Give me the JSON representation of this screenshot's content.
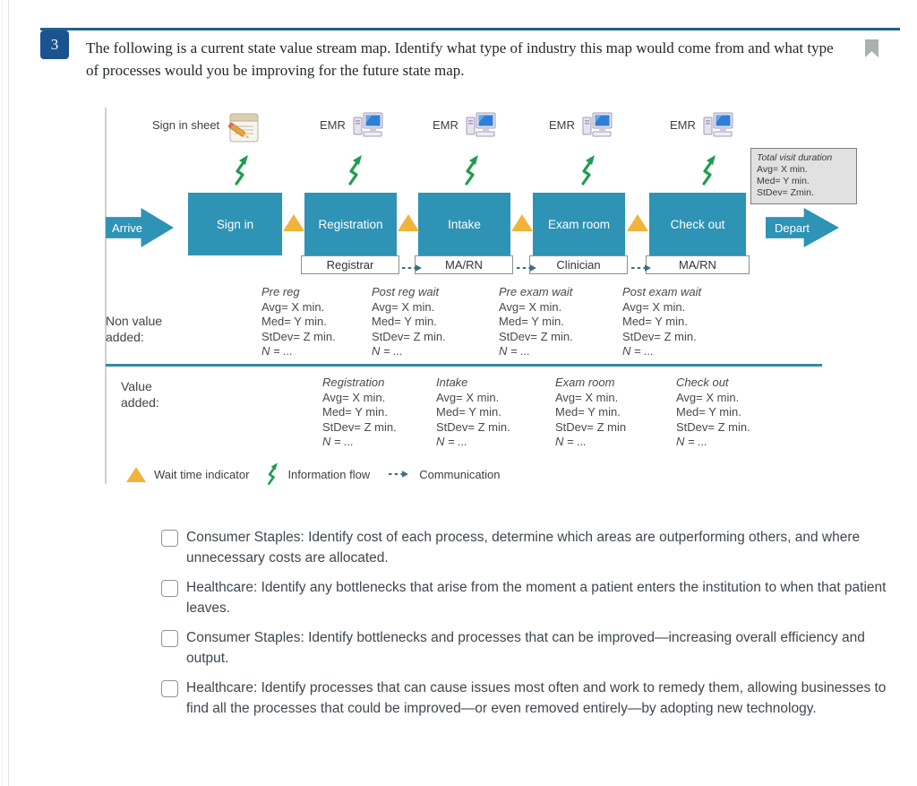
{
  "colors": {
    "accent_blue": "#1b5391",
    "rule_blue": "#1e5f8e",
    "teal": "#2e93b5",
    "gold": "#f0b43c",
    "green": "#1f9d4f",
    "divider_teal": "#2f8aa0",
    "dash_slate": "#3c6e80",
    "bookmark_gray": "#a9b2ab"
  },
  "question": {
    "number": "3",
    "text": "The following is a current state value stream map. Identify what type of industry this map would come from and what type of processes would you be improving for the future state map."
  },
  "diagram": {
    "top_icons": [
      {
        "label": "Sign in sheet",
        "icon": "notepad-pencil-icon"
      },
      {
        "label": "EMR",
        "icon": "computer-icon"
      },
      {
        "label": "EMR",
        "icon": "computer-icon"
      },
      {
        "label": "EMR",
        "icon": "computer-icon"
      },
      {
        "label": "EMR",
        "icon": "computer-icon"
      }
    ],
    "entry_label": "Arrive",
    "exit_label": "Depart",
    "processes": [
      {
        "name": "Sign in",
        "role": ""
      },
      {
        "name": "Registration",
        "role": "Registrar"
      },
      {
        "name": "Intake",
        "role": "MA/RN"
      },
      {
        "name": "Exam room",
        "role": "Clinician"
      },
      {
        "name": "Check out",
        "role": "MA/RN"
      }
    ],
    "total_visit_box": {
      "title": "Total visit duration",
      "avg": "Avg= X min.",
      "med": "Med= Y min.",
      "stdev": "StDev= Zmin."
    },
    "non_value_added": {
      "label": "Non value\n added:",
      "columns": [
        {
          "title": "Pre reg",
          "avg": "Avg= X min.",
          "med": "Med= Y min.",
          "stdev": "StDev= Z min.",
          "n": "N = ..."
        },
        {
          "title": "Post reg wait",
          "avg": "Avg= X min.",
          "med": "Med= Y min.",
          "stdev": "StDev= Z min.",
          "n": "N = ..."
        },
        {
          "title": "Pre exam wait",
          "avg": "Avg= X min.",
          "med": "Med= Y min.",
          "stdev": "StDev= Z min.",
          "n": "N = ..."
        },
        {
          "title": "Post exam wait",
          "avg": "Avg= X min.",
          "med": "Med= Y min.",
          "stdev": "StDev= Z min.",
          "n": "N = ..."
        }
      ]
    },
    "value_added": {
      "label": "Value\nadded:",
      "columns": [
        {
          "title": "Registration",
          "avg": "Avg= X min.",
          "med": "Med= Y min.",
          "stdev": "StDev= Z min.",
          "n": "N = ..."
        },
        {
          "title": "Intake",
          "avg": "Avg= X min.",
          "med": "Med= Y min.",
          "stdev": "StDev= Z min.",
          "n": "N = ..."
        },
        {
          "title": "Exam room",
          "avg": "Avg= X min.",
          "med": "Med= Y min.",
          "stdev": "StDev= Z min",
          "n": "N = ..."
        },
        {
          "title": "Check out",
          "avg": "Avg= X min.",
          "med": "Med= Y min.",
          "stdev": "StDev= Z min.",
          "n": "N = ..."
        }
      ]
    },
    "legend": [
      {
        "icon": "wait-triangle-icon",
        "label": "Wait time indicator"
      },
      {
        "icon": "information-flow-icon",
        "label": "Information flow"
      },
      {
        "icon": "communication-dash-icon",
        "label": "Communication"
      }
    ]
  },
  "options": [
    {
      "label": "Consumer Staples: Identify cost of each process, determine which areas are outperforming others, and where unnecessary costs are allocated."
    },
    {
      "label": "Healthcare: Identify any bottlenecks that arise from the moment a patient enters the institution to when that patient leaves."
    },
    {
      "label": "Consumer Staples: Identify bottlenecks and processes that can be improved—increasing overall efficiency and output."
    },
    {
      "label": "Healthcare: Identify processes that can cause issues most often and work to remedy them, allowing businesses to find all the processes that could be improved—or even removed entirely—by adopting new technology."
    }
  ]
}
